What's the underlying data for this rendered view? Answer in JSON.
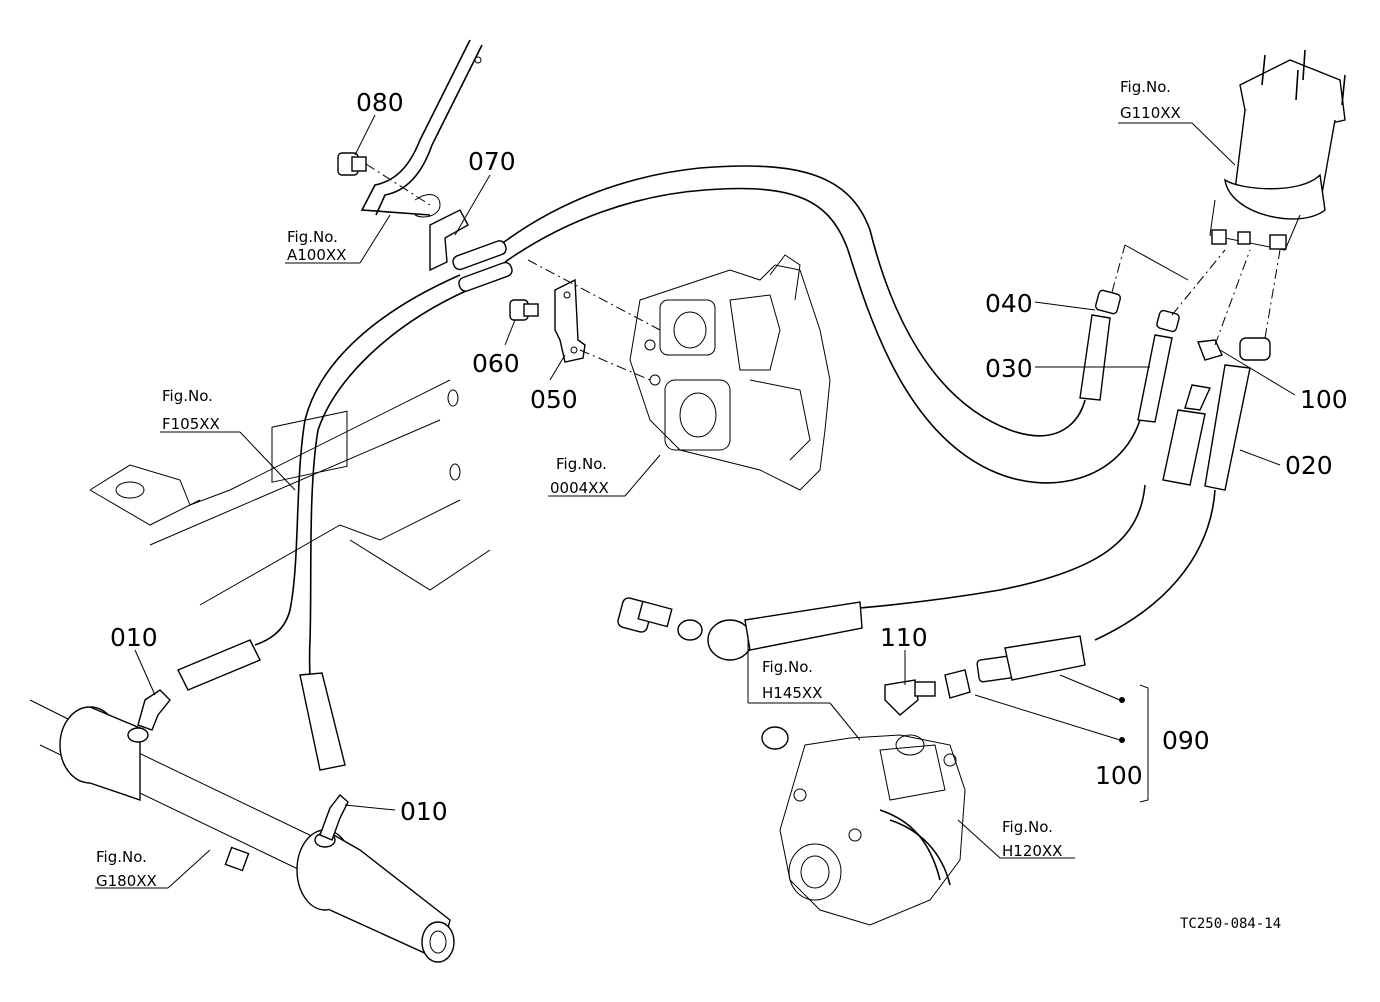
{
  "diagram": {
    "part_labels": [
      "080",
      "070",
      "060",
      "050",
      "040",
      "030",
      "100",
      "020",
      "010",
      "010",
      "110",
      "100",
      "090"
    ],
    "figure_refs": [
      {
        "prefix": "Fig.No.",
        "code": "A100XX"
      },
      {
        "prefix": "Fig.No.",
        "code": "F105XX"
      },
      {
        "prefix": "Fig.No.",
        "code": "0004XX"
      },
      {
        "prefix": "Fig.No.",
        "code": "G110XX"
      },
      {
        "prefix": "Fig.No.",
        "code": "H145XX"
      },
      {
        "prefix": "Fig.No.",
        "code": "H120XX"
      },
      {
        "prefix": "Fig.No.",
        "code": "G180XX"
      }
    ],
    "drawing_code": "TC250-084-14"
  }
}
